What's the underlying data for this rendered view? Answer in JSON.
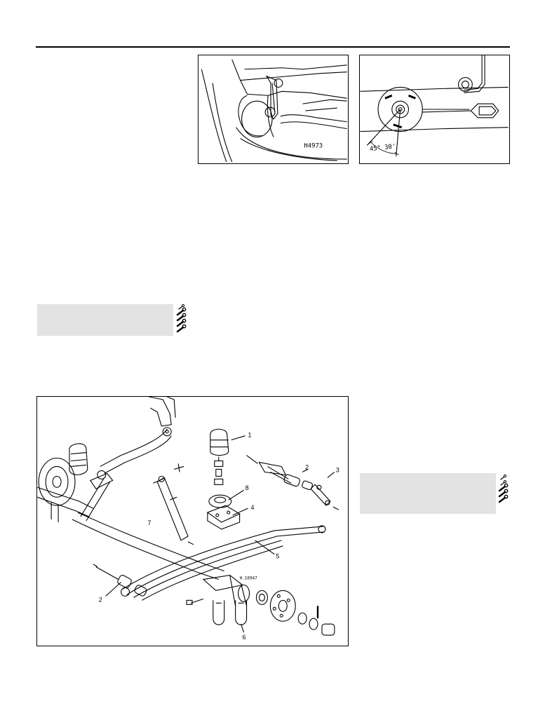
{
  "figure_codes": {
    "fig_top_left": "H4973",
    "fig_main": "H.16947"
  },
  "fig_top_right_dim": "45° 30'",
  "part_callouts": [
    "1",
    "2",
    "3",
    "4",
    "5",
    "6",
    "7",
    "8",
    "2"
  ],
  "icons": [
    "spanner-rating-icon",
    "spanner-rating-icon"
  ]
}
